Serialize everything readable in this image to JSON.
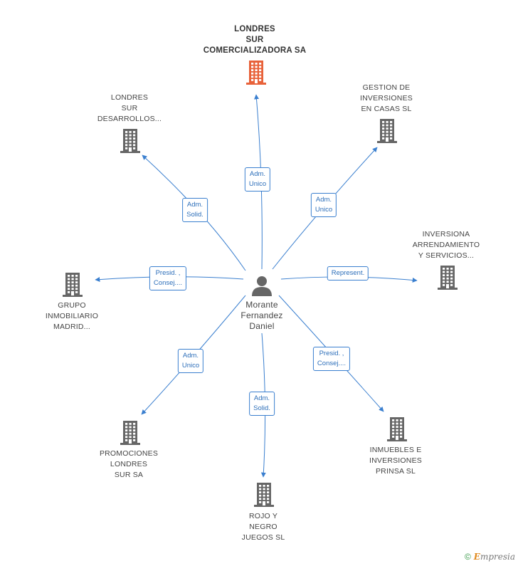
{
  "center": {
    "lines": [
      "Morante",
      "Fernandez",
      "Daniel"
    ],
    "icon": "person-icon"
  },
  "main_company": {
    "lines": [
      "LONDRES",
      "SUR",
      "COMERCIALIZADORA SA"
    ],
    "icon": "building-icon",
    "color": "#e8623a"
  },
  "companies": [
    {
      "lines": [
        "LONDRES",
        "SUR",
        "DESARROLLOS..."
      ],
      "icon": "building-icon"
    },
    {
      "lines": [
        "GESTION DE",
        "INVERSIONES",
        "EN CASAS SL"
      ],
      "icon": "building-icon"
    },
    {
      "lines": [
        "INVERSIONA",
        "ARRENDAMIENTO",
        "Y SERVICIOS..."
      ],
      "icon": "building-icon"
    },
    {
      "lines": [
        "GRUPO",
        "INMOBILIARIO",
        "MADRID..."
      ],
      "icon": "building-icon"
    },
    {
      "lines": [
        "PROMOCIONES",
        "LONDRES",
        "SUR SA"
      ],
      "icon": "building-icon"
    },
    {
      "lines": [
        "ROJO Y",
        "NEGRO",
        "JUEGOS SL"
      ],
      "icon": "building-icon"
    },
    {
      "lines": [
        "INMUEBLES E",
        "INVERSIONES",
        "PRINSA SL"
      ],
      "icon": "building-icon"
    }
  ],
  "edges": [
    {
      "target": "main",
      "label": [
        "Adm.",
        "Unico"
      ]
    },
    {
      "target": "c0",
      "label": [
        "Adm.",
        "Solid."
      ]
    },
    {
      "target": "c1",
      "label": [
        "Adm.",
        "Unico"
      ]
    },
    {
      "target": "c2",
      "label": [
        "Represent."
      ]
    },
    {
      "target": "c3",
      "label": [
        "Presid. ,",
        "Consej...."
      ]
    },
    {
      "target": "c4",
      "label": [
        "Adm.",
        "Unico"
      ]
    },
    {
      "target": "c5",
      "label": [
        "Adm.",
        "Solid."
      ]
    },
    {
      "target": "c6",
      "label": [
        "Presid. ,",
        "Consej...."
      ]
    }
  ],
  "colors": {
    "edge": "#3a7fcf",
    "building": "#666666",
    "person": "#666666"
  },
  "footer": {
    "copyright": "©",
    "brand_initial": "E",
    "brand_rest": "mpresia"
  }
}
